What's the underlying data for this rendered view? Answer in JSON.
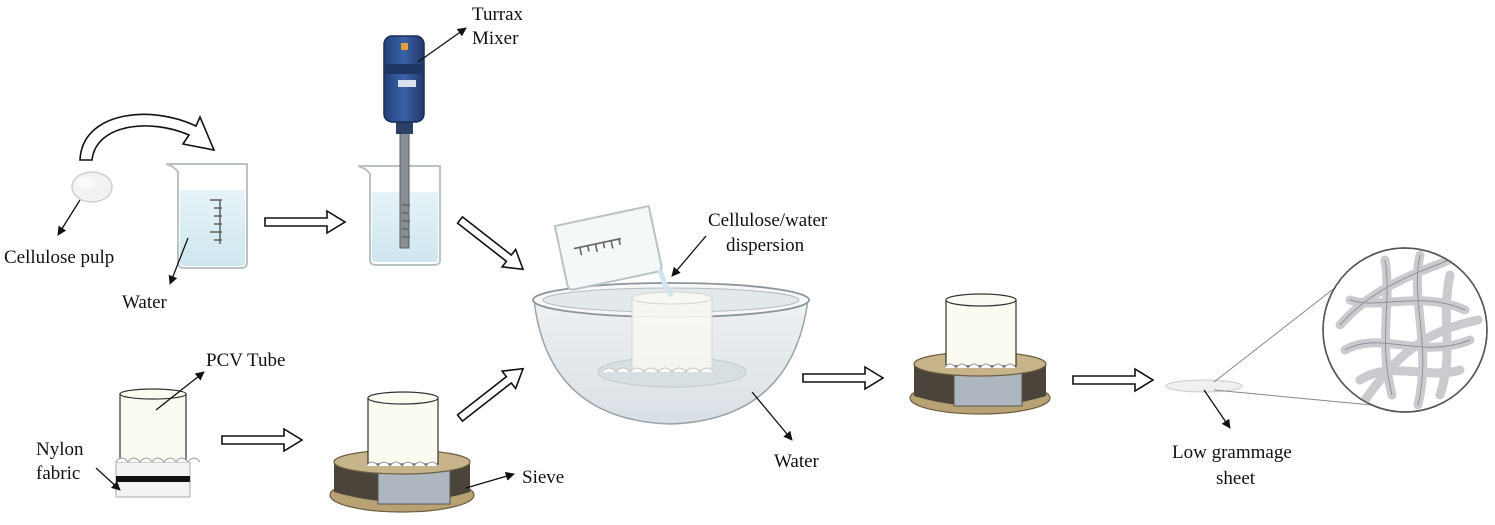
{
  "labels": {
    "cellulose_pulp": "Cellulose pulp",
    "water_beaker": "Water",
    "turrax_line1": "Turrax",
    "turrax_line2": "Mixer",
    "dispersion_line1": "Cellulose/water",
    "dispersion_line2": "dispersion",
    "pcv_tube": "PCV Tube",
    "nylon_line1": "Nylon",
    "nylon_line2": "fabric",
    "sieve": "Sieve",
    "water_bowl": "Water",
    "sheet_line1": "Low grammage",
    "sheet_line2": "sheet"
  },
  "colors": {
    "mixer_blue": "#2f4f8f",
    "water_tint": "#dceef5",
    "sieve_rim": "#b8a274",
    "sieve_body": "#4a443b",
    "sieve_window": "#aeb7c0",
    "tube_fill": "#fbfbf2",
    "fiber_gray": "#c9cbcf"
  },
  "icons": {
    "pulp": "cotton-ball-icon",
    "beaker": "beaker-icon",
    "mixer": "homogenizer-icon",
    "tube": "pvc-tube-icon",
    "sieve": "sieve-icon",
    "bowl": "basin-icon",
    "sheet": "sheet-icon",
    "fibers": "fiber-network-icon"
  }
}
